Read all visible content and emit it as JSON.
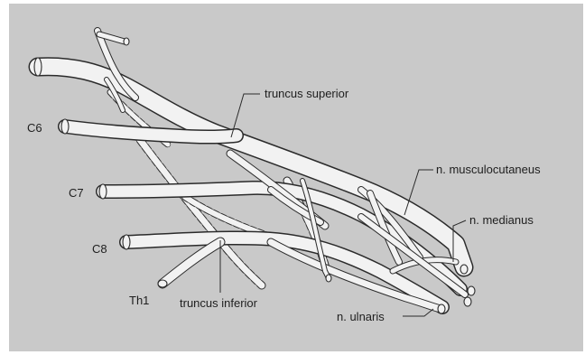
{
  "labels": {
    "c6": "C6",
    "c7": "C7",
    "c8": "C8",
    "th1": "Th1",
    "truncus_superior": "truncus superior",
    "truncus_inferior": "truncus inferior",
    "n_musculocutaneus": "n. musculocutaneus",
    "n_medianus": "n. medianus",
    "n_ulnaris": "n. ulnaris"
  },
  "colors": {
    "background": "#c9c9c9",
    "nerve": "#f2f2f2",
    "outline": "#2b2b2b"
  }
}
